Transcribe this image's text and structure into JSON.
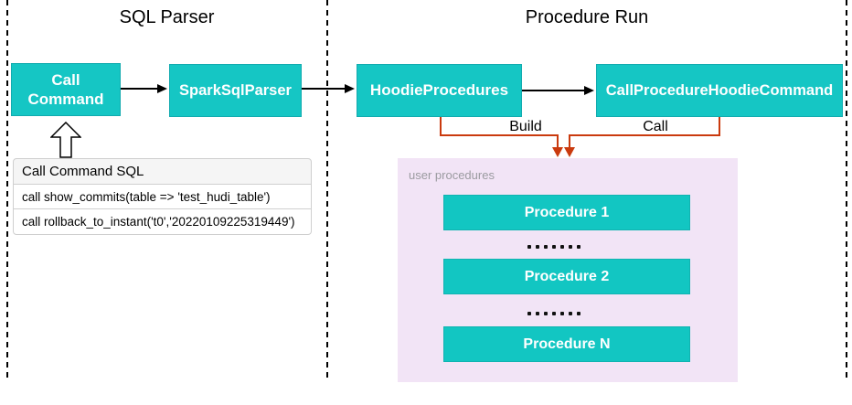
{
  "diagram": {
    "sections": {
      "sql_parser_title": "SQL Parser",
      "procedure_run_title": "Procedure Run"
    },
    "nodes": {
      "call_command": "Call Command",
      "spark_sql_parser": "SparkSqlParser",
      "hoodie_procedures": "HoodieProcedures",
      "call_procedure_hoodie_command": "CallProcedureHoodieCommand"
    },
    "edge_labels": {
      "build": "Build",
      "call": "Call"
    },
    "sql_panel": {
      "header": "Call Command SQL",
      "rows": [
        "call show_commits(table => 'test_hudi_table')",
        "call rollback_to_instant('t0','20220109225319449')"
      ]
    },
    "user_procedures": {
      "label": "user procedures",
      "items": [
        "Procedure 1",
        "Procedure 2",
        "Procedure N"
      ]
    },
    "colors": {
      "node_fill": "#15C6C4",
      "connector_red": "#CA3A0E",
      "procedures_panel_fill": "#F2E4F6",
      "arrow_black": "#000000",
      "sql_header_fill": "#F5F5F5"
    }
  }
}
